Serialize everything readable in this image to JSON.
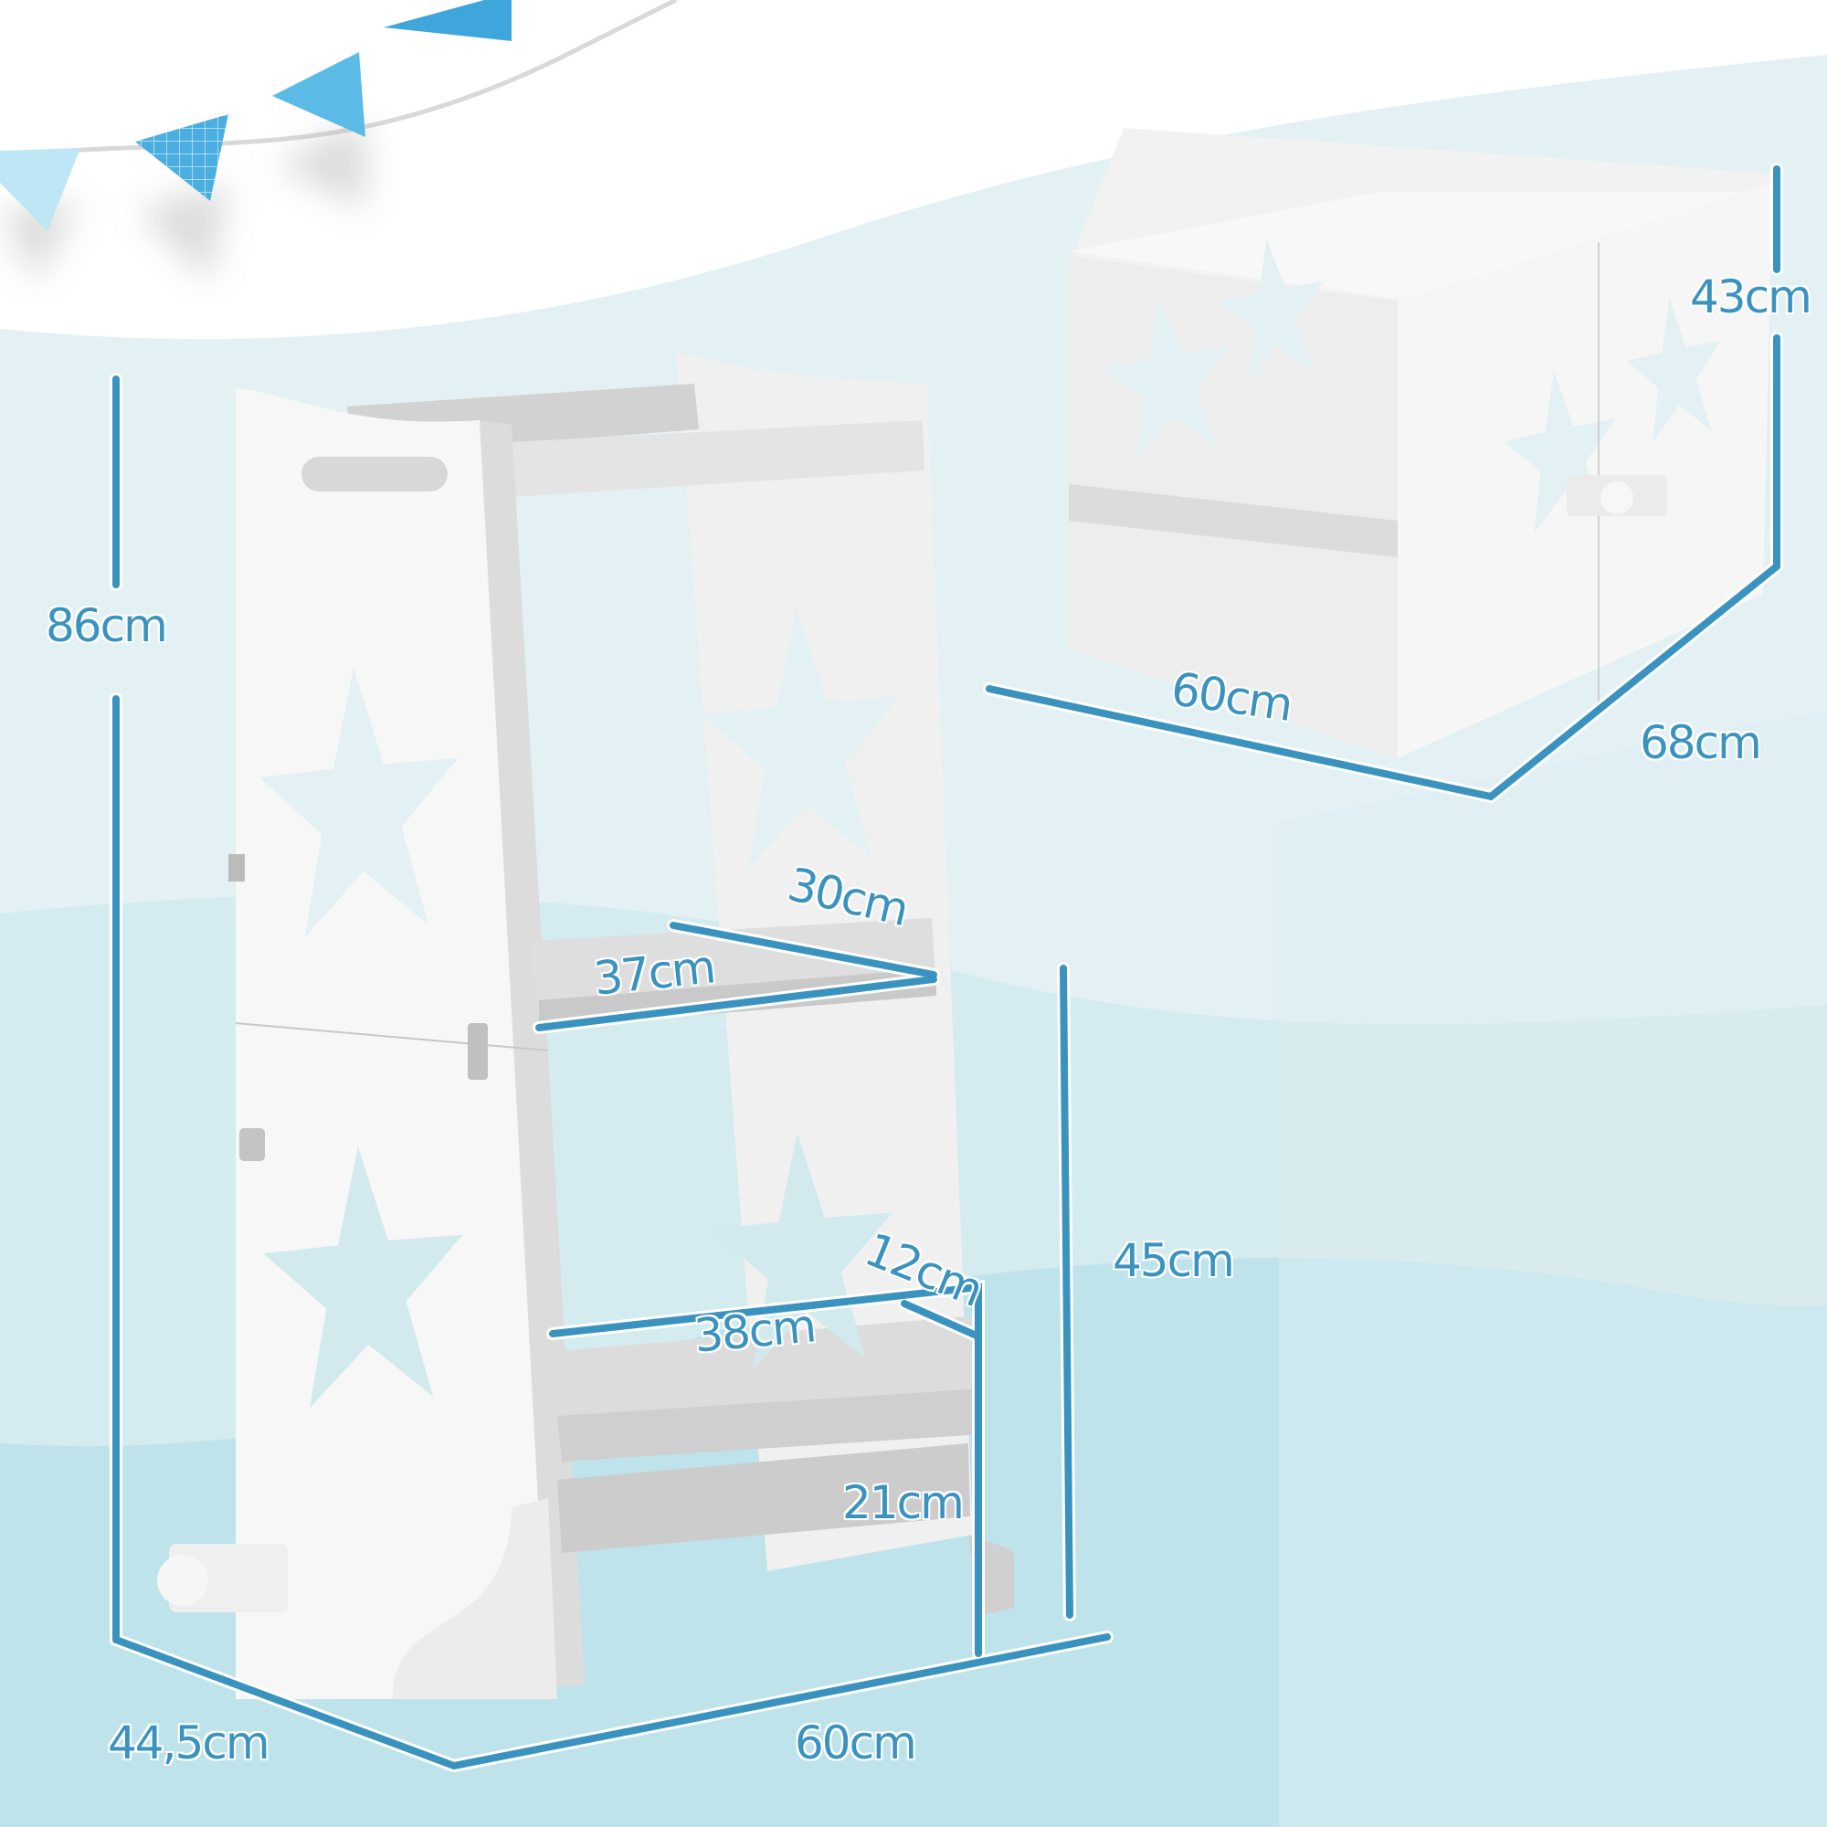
{
  "product": {
    "description": "Children's kitchen step stool / learning tower with star cutouts, convertible to table and chair",
    "colors": {
      "dimension_line": "#3a93bf",
      "furniture": "#f4f4f4",
      "furniture_shade": "#d6d6d6",
      "bg_light": "#e3f1f4",
      "bg_mid": "#d2eaee",
      "bg_deep": "#bfe3ea",
      "bunting": "#4aaee0"
    }
  },
  "tower_view": {
    "height": "86cm",
    "depth": "44,5cm",
    "width": "60cm",
    "upper_step_depth": "30cm",
    "upper_step_width": "37cm",
    "lower_step_width": "38cm",
    "lower_step_depth": "12cm",
    "lower_step_height": "21cm",
    "upper_step_height": "45cm"
  },
  "folded_view": {
    "height": "43cm",
    "width": "60cm",
    "length": "68cm"
  }
}
